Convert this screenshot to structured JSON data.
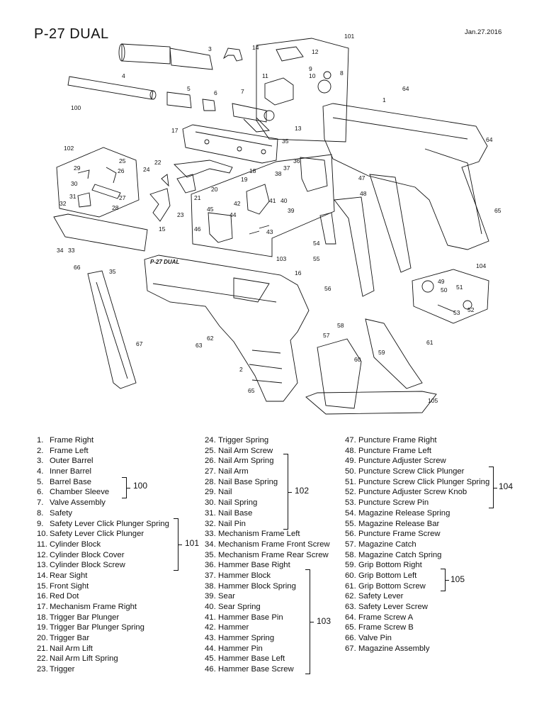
{
  "header": {
    "title": "P-27 DUAL",
    "date": "Jan.27.2016"
  },
  "diagram": {
    "callouts": {
      "c1": "1",
      "c2": "2",
      "c3": "3",
      "c4": "4",
      "c5": "5",
      "c6": "6",
      "c7": "7",
      "c8": "8",
      "c9": "9",
      "c10": "10",
      "c11": "11",
      "c12": "12",
      "c13": "13",
      "c14": "14",
      "c15": "15",
      "c16": "16",
      "c17": "17",
      "c18": "18",
      "c19": "19",
      "c20": "20",
      "c21": "21",
      "c22": "22",
      "c23": "23",
      "c24": "24",
      "c25": "25",
      "c26": "26",
      "c27": "27",
      "c28": "28",
      "c29": "29",
      "c30": "30",
      "c31": "31",
      "c32": "32",
      "c33": "33",
      "c34": "34",
      "c35": "35",
      "c35b": "35",
      "c36": "36",
      "c37": "37",
      "c38": "38",
      "c39": "39",
      "c40": "40",
      "c41": "41",
      "c42": "42",
      "c43": "43",
      "c44": "44",
      "c45": "45",
      "c46": "46",
      "c47": "47",
      "c48": "48",
      "c49": "49",
      "c50": "50",
      "c51": "51",
      "c52": "52",
      "c53": "53",
      "c54": "54",
      "c55": "55",
      "c56": "56",
      "c57": "57",
      "c58": "58",
      "c59": "59",
      "c60": "60",
      "c61": "61",
      "c62": "62",
      "c63": "63",
      "c64a": "64",
      "c64b": "64",
      "c65a": "65",
      "c65b": "65",
      "c66": "66",
      "c67": "67",
      "c100": "100",
      "c101": "101",
      "c102": "102",
      "c103": "103",
      "c104": "104",
      "c105": "105"
    },
    "engraving": "P-27 DUAL"
  },
  "legend": {
    "col1": [
      {
        "num": "1.",
        "name": "Frame Right"
      },
      {
        "num": "2.",
        "name": "Frame Left"
      },
      {
        "num": "3.",
        "name": "Outer Barrel"
      },
      {
        "num": "4.",
        "name": "Inner Barrel"
      },
      {
        "num": "5.",
        "name": "Barrel Base"
      },
      {
        "num": "6.",
        "name": "Chamber Sleeve"
      },
      {
        "num": "7.",
        "name": "Valve Assembly"
      },
      {
        "num": "8.",
        "name": "Safety"
      },
      {
        "num": "9.",
        "name": "Safety Lever Click Plunger Spring"
      },
      {
        "num": "10.",
        "name": "Safety Lever Click Plunger"
      },
      {
        "num": "11.",
        "name": "Cylinder Block"
      },
      {
        "num": "12.",
        "name": "Cylinder Block Cover"
      },
      {
        "num": "13.",
        "name": "Cylinder Block Screw"
      },
      {
        "num": "14.",
        "name": "Rear Sight"
      },
      {
        "num": "15.",
        "name": "Front Sight"
      },
      {
        "num": "16.",
        "name": "Red Dot"
      },
      {
        "num": "17.",
        "name": "Mechanism Frame Right"
      },
      {
        "num": "18.",
        "name": "Trigger Bar Plunger"
      },
      {
        "num": "19.",
        "name": "Trigger Bar Plunger Spring"
      },
      {
        "num": "20.",
        "name": "Trigger Bar"
      },
      {
        "num": "21.",
        "name": "Nail Arm Lift"
      },
      {
        "num": "22.",
        "name": "Nail Arm Lift Spring"
      },
      {
        "num": "23.",
        "name": "Trigger"
      }
    ],
    "col2": [
      {
        "num": "24.",
        "name": "Trigger Spring"
      },
      {
        "num": "25.",
        "name": "Nail Arm Screw"
      },
      {
        "num": "26.",
        "name": "Nail Arm Spring"
      },
      {
        "num": "27.",
        "name": "Nail Arm"
      },
      {
        "num": "28.",
        "name": "Nail Base Spring"
      },
      {
        "num": "29.",
        "name": "Nail"
      },
      {
        "num": "30.",
        "name": "Nail Spring"
      },
      {
        "num": "31.",
        "name": "Nail Base"
      },
      {
        "num": "32.",
        "name": "Nail Pin"
      },
      {
        "num": "33.",
        "name": "Mechanism Frame Left"
      },
      {
        "num": "34.",
        "name": "Mechanism Frame Front Screw"
      },
      {
        "num": "35.",
        "name": "Mechanism Frame Rear Screw"
      },
      {
        "num": "36.",
        "name": "Hammer Base Right"
      },
      {
        "num": "37.",
        "name": "Hammer Block"
      },
      {
        "num": "38.",
        "name": "Hammer Block Spring"
      },
      {
        "num": "39.",
        "name": "Sear"
      },
      {
        "num": "40.",
        "name": "Sear Spring"
      },
      {
        "num": "41.",
        "name": "Hammer Base Pin"
      },
      {
        "num": "42.",
        "name": "Hammer"
      },
      {
        "num": "43.",
        "name": "Hammer Spring"
      },
      {
        "num": "44.",
        "name": "Hammer Pin"
      },
      {
        "num": "45.",
        "name": "Hammer Base Left"
      },
      {
        "num": "46.",
        "name": "Hammer Base Screw"
      }
    ],
    "col3": [
      {
        "num": "47.",
        "name": "Puncture Frame Right"
      },
      {
        "num": "48.",
        "name": "Puncture Frame Left"
      },
      {
        "num": "49.",
        "name": "Puncture Adjuster Screw"
      },
      {
        "num": "50.",
        "name": "Puncture Screw Click Plunger"
      },
      {
        "num": "51.",
        "name": "Puncture Screw Click Plunger Spring"
      },
      {
        "num": "52.",
        "name": "Puncture Adjuster Screw Knob"
      },
      {
        "num": "53.",
        "name": "Puncture Screw Pin"
      },
      {
        "num": "54.",
        "name": "Magazine Release Spring"
      },
      {
        "num": "55.",
        "name": "Magazine Release Bar"
      },
      {
        "num": "56.",
        "name": "Puncture Frame Screw"
      },
      {
        "num": "57.",
        "name": "Magazine Catch"
      },
      {
        "num": "58.",
        "name": "Magazine Catch Spring"
      },
      {
        "num": "59.",
        "name": "Grip Bottom Right"
      },
      {
        "num": "60.",
        "name": "Grip Bottom Left"
      },
      {
        "num": "61.",
        "name": "Grip Bottom Screw"
      },
      {
        "num": "62.",
        "name": "Safety Lever"
      },
      {
        "num": "63.",
        "name": "Safety Lever Screw"
      },
      {
        "num": "64.",
        "name": "Frame Screw A"
      },
      {
        "num": "65.",
        "name": "Frame Screw B"
      },
      {
        "num": "66.",
        "name": "Valve Pin"
      },
      {
        "num": "67.",
        "name": "Magazine Assembly"
      }
    ],
    "groups": {
      "g100": "100",
      "g101": "101",
      "g102": "102",
      "g103": "103",
      "g104": "104",
      "g105": "105"
    }
  }
}
